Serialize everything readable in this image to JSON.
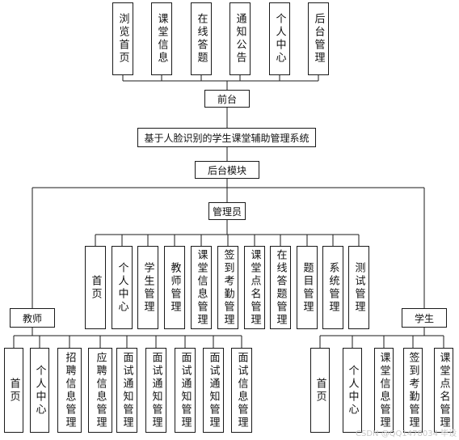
{
  "top_modules": [
    "浏览首页",
    "课堂信息",
    "在线答题",
    "通知公告",
    "个人中心",
    "后台管理"
  ],
  "front": "前台",
  "system": "基于人脸识别的学生课堂辅助管理系统",
  "backend": "后台模块",
  "admin": "管理员",
  "admin_modules": [
    "首页",
    "个人中心",
    "学生管理",
    "教师管理",
    "课堂信息管理",
    "签到考勤管理",
    "课堂点名管理",
    "在线答题管理",
    "题目管理",
    "系统管理",
    "测试管理"
  ],
  "teacher": "教师",
  "teacher_modules": [
    "首页",
    "个人中心",
    "招聘信息管理",
    "应聘信息管理",
    "面试通知管理",
    "面试通知管理",
    "面试通知管理",
    "面试通知管理",
    "面试信息管理"
  ],
  "student": "学生",
  "student_modules": [
    "首页",
    "个人中心",
    "课堂信息管理",
    "签到考勤管理",
    "课堂点名管理"
  ],
  "watermark": "CSDN @QQ1478034 毕设"
}
